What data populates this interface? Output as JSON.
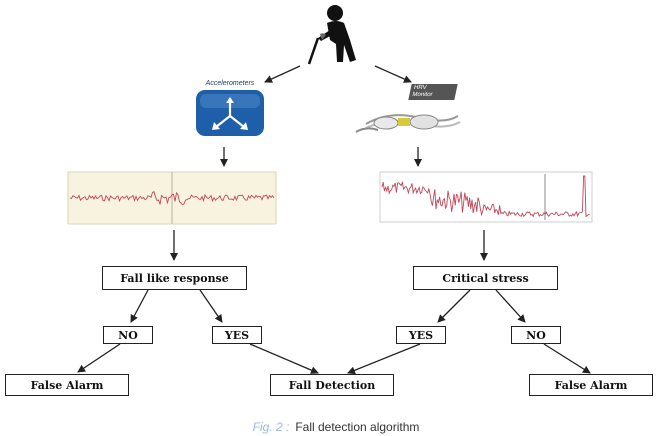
{
  "sensors": {
    "accelerometer_label": "Accelerometers",
    "hrv_label_line1": "HRV",
    "hrv_label_line2": "Monitor"
  },
  "nodes": {
    "fall_like_response": "Fall like response",
    "critical_stress": "Critical stress",
    "no_left": "NO",
    "yes_left": "YES",
    "yes_right": "YES",
    "no_right": "NO",
    "false_alarm_left": "False Alarm",
    "fall_detection": "Fall Detection",
    "false_alarm_right": "False Alarm"
  },
  "caption": {
    "fig_label": "Fig. 2 :",
    "text": "Fall detection algorithm"
  },
  "icons": {
    "person": "elderly-person-with-cane-icon",
    "accelerometer": "accelerometer-icon",
    "hrv_monitor": "hrv-monitor-icon",
    "accelerometer_signal": "accelerometer-signal-plot",
    "hrv_signal": "hrv-signal-plot"
  },
  "colors": {
    "line": "#222222",
    "signal": "#c0475a",
    "plot_bg_left": "#f7f3df",
    "accelerometer_blue": "#1f5ea8",
    "caption_fig": "#9bb8d8"
  }
}
